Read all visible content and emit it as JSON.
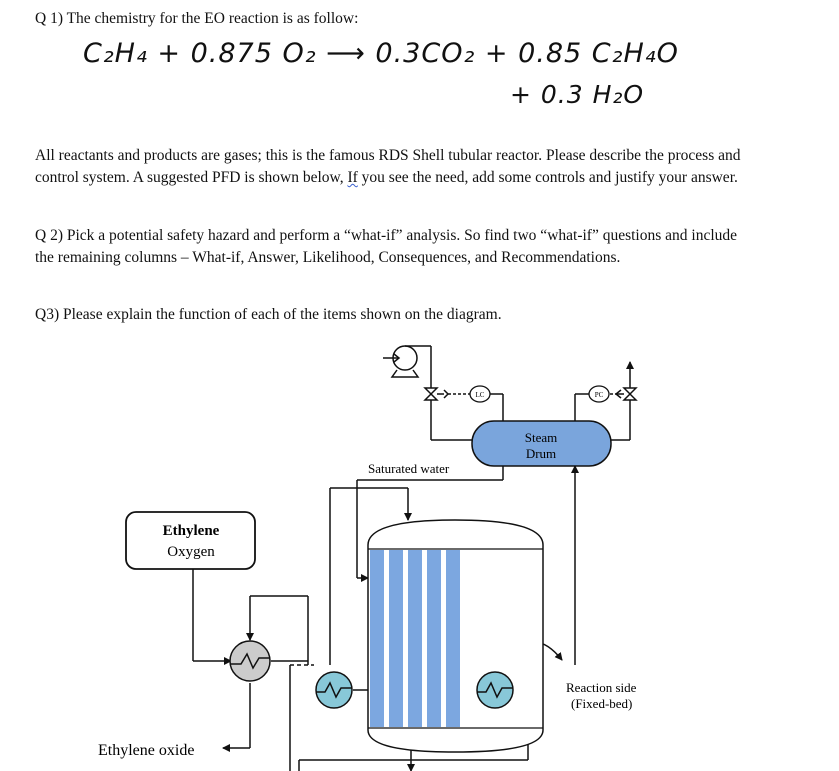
{
  "q1": {
    "heading": "Q 1) The chemistry for the EO reaction is as follow:",
    "equation_line1": "C₂H₄ + 0.875 O₂ ⟶ 0.3CO₂ + 0.85 C₂H₄O",
    "equation_line2": "+ 0.3 H₂O",
    "paragraph_part1": "All reactants and products are gases; this is the famous RDS Shell tubular reactor. Please describe the process and control system. A suggested PFD is shown below, ",
    "paragraph_squiggle": "If",
    "paragraph_part2": " you see the need, add some controls and justify your answer."
  },
  "q2": {
    "text": "Q 2) Pick a potential safety hazard and perform a “what-if” analysis. So find two “what-if” questions and include the remaining columns – What-if, Answer, Likelihood, Consequences, and Recommendations."
  },
  "q3": {
    "text": "Q3) Please explain the function of each of the items shown on the diagram."
  },
  "diagram": {
    "steam_drum_line1": "Steam",
    "steam_drum_line2": "Drum",
    "saturated_water": "Saturated water",
    "feed_line1": "Ethylene",
    "feed_line2": "Oxygen",
    "lc": "LC",
    "pc": "PC",
    "reaction_side_line1": "Reaction side",
    "reaction_side_line2": "(Fixed-bed)",
    "product": "Ethylene oxide",
    "colors": {
      "steam_drum": "#7aa5dc",
      "tubes": "#7ca7e0",
      "exchanger": "#88c8d8",
      "main_exchanger": "#cccccc"
    }
  }
}
